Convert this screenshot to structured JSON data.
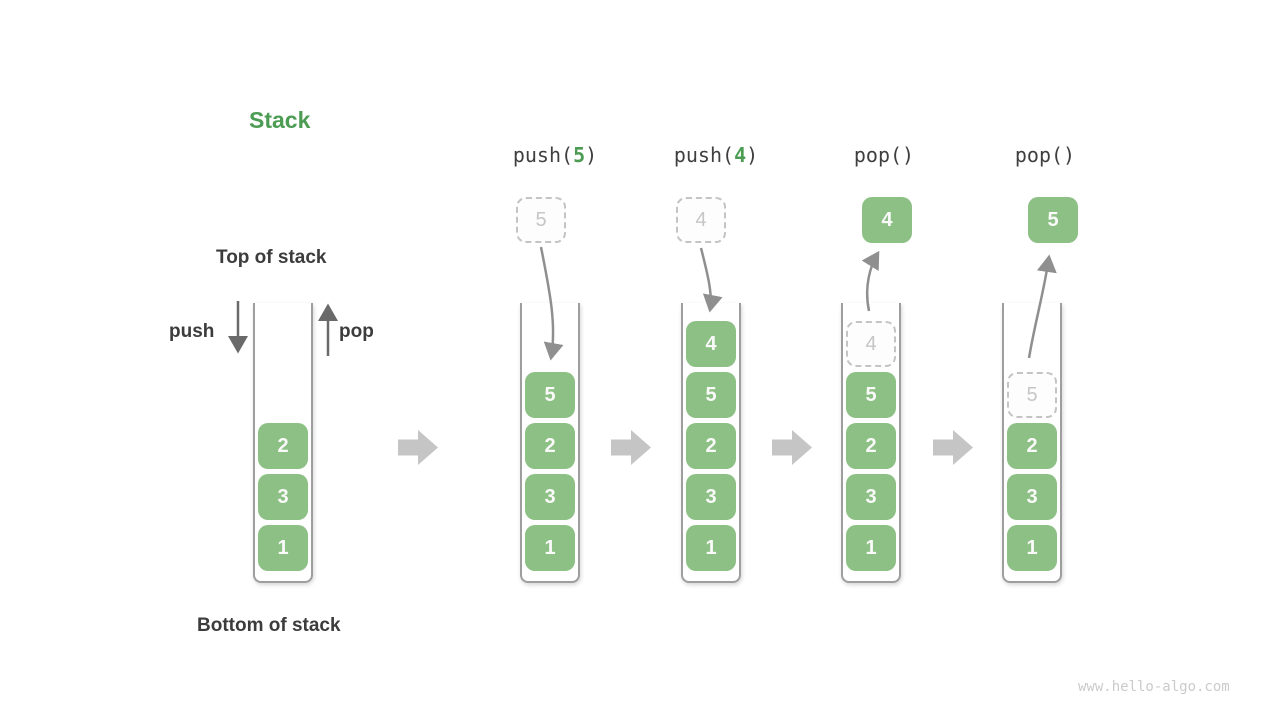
{
  "page": {
    "title": "Stack",
    "top_of_stack_label": "Top of stack",
    "bottom_of_stack_label": "Bottom of stack",
    "push_arrow_label": "push",
    "pop_arrow_label": "pop",
    "watermark": "www.hello-algo.com"
  },
  "colors": {
    "accent_green": "#4D9C53",
    "element_green": "#8DC084",
    "text_dark": "#3C3C3C",
    "ghost_gray": "#C6C6C6",
    "arrow_gray": "#8F8F8F",
    "block_arrow_gray": "#C5C5C5"
  },
  "operations": [
    {
      "pre": "push(",
      "arg": "5",
      "post": ")",
      "floating": "5",
      "floating_kind": "incoming"
    },
    {
      "pre": "push(",
      "arg": "4",
      "post": ")",
      "floating": "4",
      "floating_kind": "incoming"
    },
    {
      "pre": "pop()",
      "arg": "",
      "post": "",
      "floating": "4",
      "floating_kind": "popped"
    },
    {
      "pre": "pop()",
      "arg": "",
      "post": "",
      "floating": "5",
      "floating_kind": "popped"
    }
  ],
  "stacks": [
    {
      "ghost": null,
      "cells": [
        "2",
        "3",
        "1"
      ]
    },
    {
      "ghost": null,
      "cells": [
        "5",
        "2",
        "3",
        "1"
      ]
    },
    {
      "ghost": null,
      "cells": [
        "4",
        "5",
        "2",
        "3",
        "1"
      ]
    },
    {
      "ghost": "4",
      "cells": [
        "5",
        "2",
        "3",
        "1"
      ]
    },
    {
      "ghost": "5",
      "cells": [
        "2",
        "3",
        "1"
      ]
    }
  ]
}
